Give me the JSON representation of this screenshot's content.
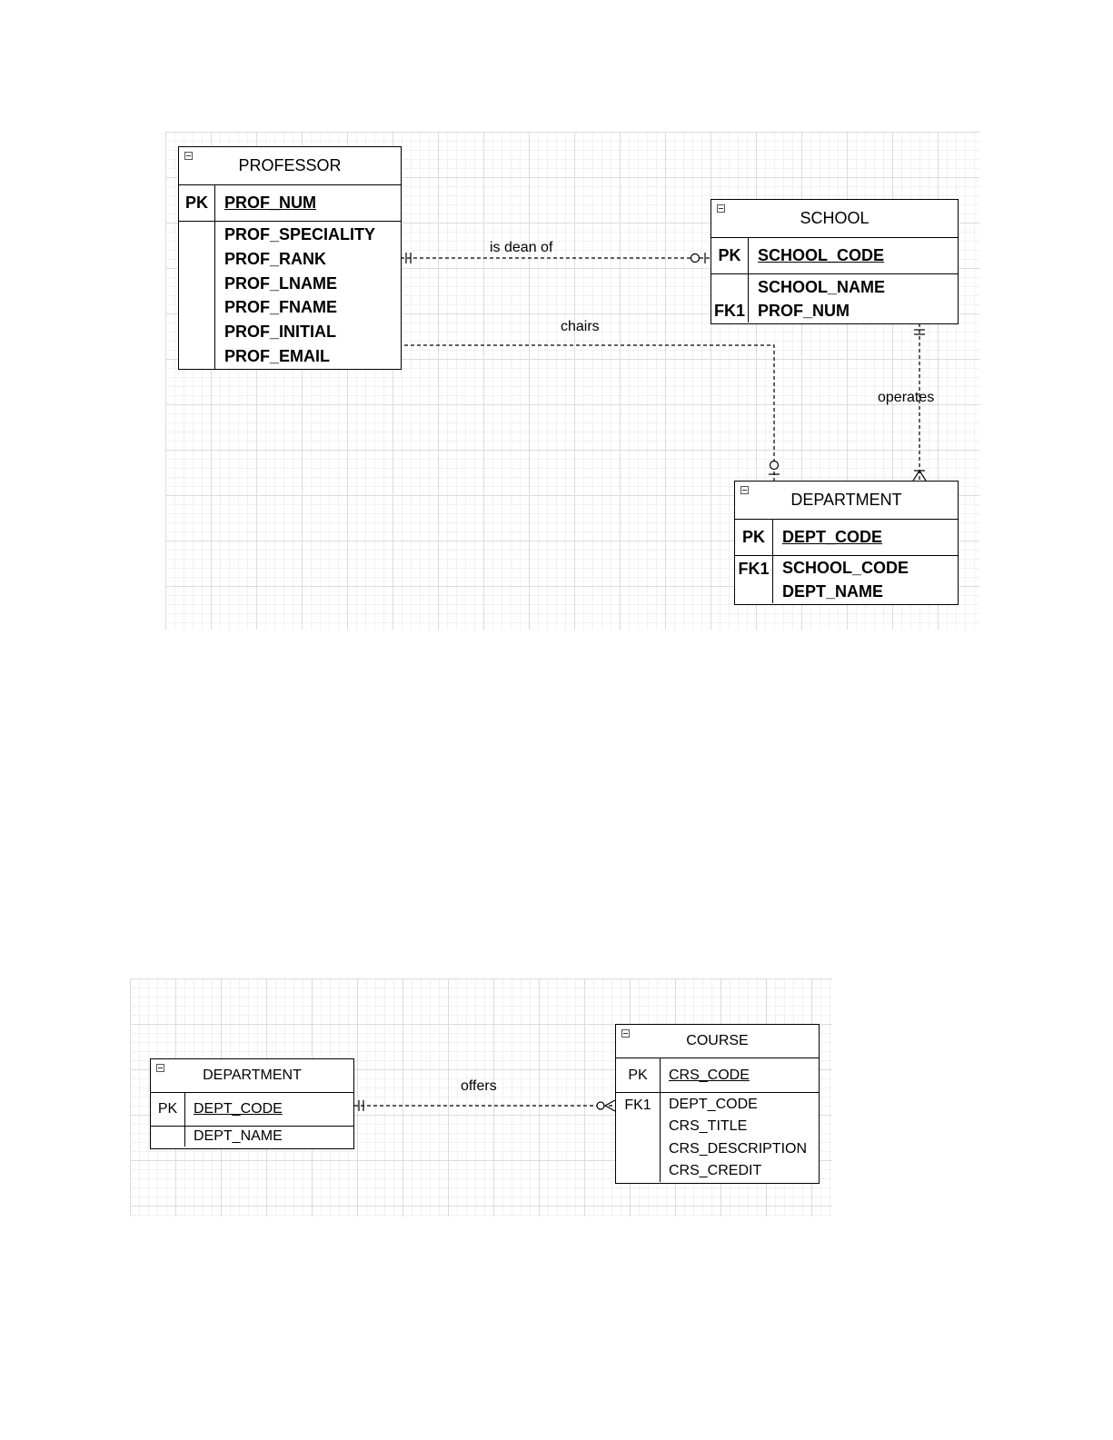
{
  "diagram1": {
    "entities": {
      "professor": {
        "name": "PROFESSOR",
        "pk_label": "PK",
        "pk_attr": "PROF_NUM",
        "attrs": [
          "PROF_SPECIALITY",
          "PROF_RANK",
          "PROF_LNAME",
          "PROF_FNAME",
          "PROF_INITIAL",
          "PROF_EMAIL"
        ]
      },
      "school": {
        "name": "SCHOOL",
        "pk_label": "PK",
        "pk_attr": "SCHOOL_CODE",
        "attrs": [
          "SCHOOL_NAME",
          "PROF_NUM"
        ],
        "fk_label": "FK1"
      },
      "department": {
        "name": "DEPARTMENT",
        "pk_label": "PK",
        "pk_attr": "DEPT_CODE",
        "attrs": [
          "SCHOOL_CODE",
          "DEPT_NAME"
        ],
        "fk_label": "FK1"
      }
    },
    "relationships": {
      "is_dean_of": "is dean of",
      "chairs": "chairs",
      "operates": "operates"
    }
  },
  "diagram2": {
    "entities": {
      "department": {
        "name": "DEPARTMENT",
        "pk_label": "PK",
        "pk_attr": "DEPT_CODE",
        "attrs": [
          "DEPT_NAME"
        ]
      },
      "course": {
        "name": "COURSE",
        "pk_label": "PK",
        "pk_attr": "CRS_CODE",
        "attrs": [
          "DEPT_CODE",
          "CRS_TITLE",
          "CRS_DESCRIPTION",
          "CRS_CREDIT"
        ],
        "fk_label": "FK1"
      }
    },
    "relationships": {
      "offers": "offers"
    }
  }
}
